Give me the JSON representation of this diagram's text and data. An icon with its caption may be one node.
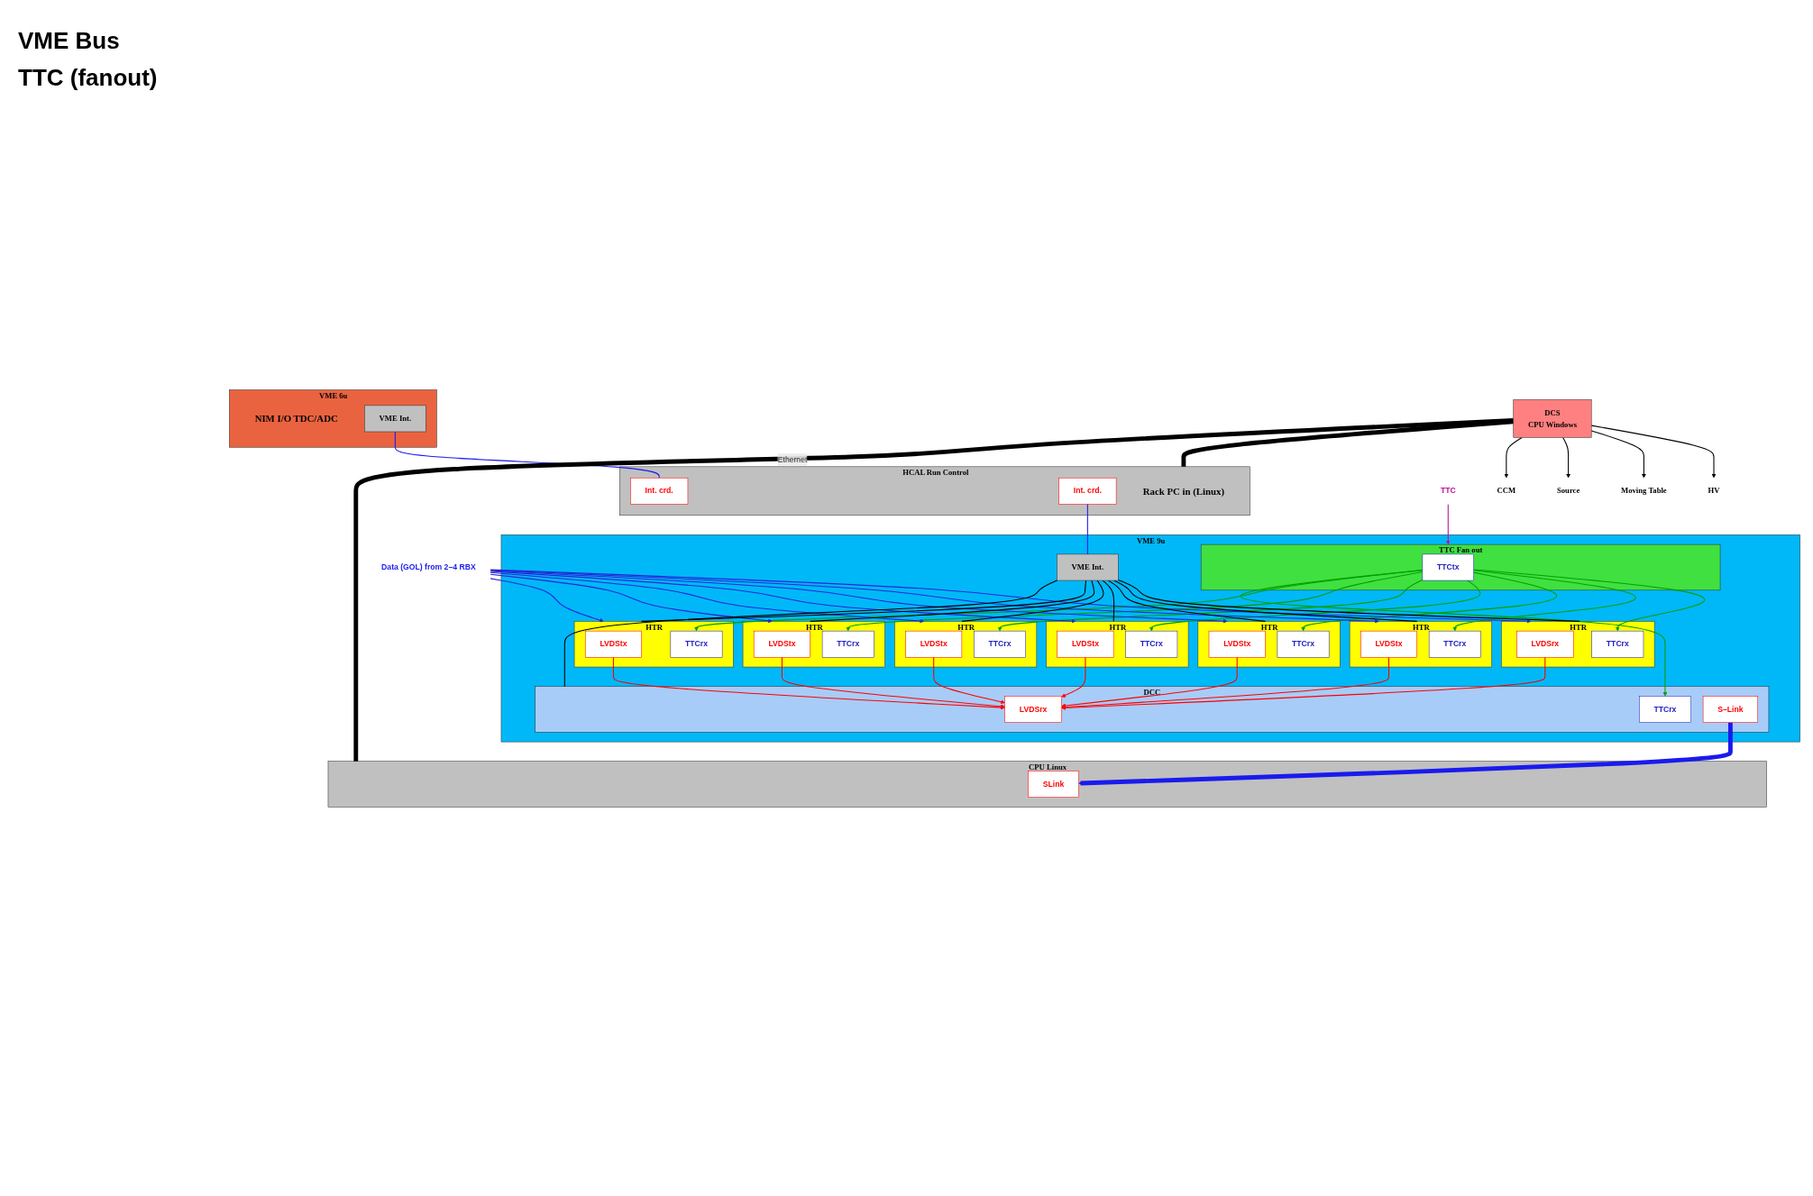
{
  "diagram": {
    "nodes": [
      {
        "text": [
          "VME 6u",
          "NIM I/O TDC/ADC"
        ]
      },
      {
        "text": [
          "VME Int."
        ],
        "in": 0
      },
      {
        "text": [
          "DCS",
          "CPU Windows"
        ]
      },
      {
        "text": [
          "HV"
        ]
      },
      {
        "text": [
          "Moving Table"
        ]
      },
      {
        "text": [
          "Source"
        ]
      },
      {
        "text": [
          "CCM"
        ]
      },
      {
        "text": [
          "CPU Linux"
        ]
      },
      {
        "text": [
          "SLink"
        ],
        "in": 7
      },
      {
        "text": [
          "HCAL Run Control",
          "Rack PC in (Linux)"
        ]
      },
      {
        "text": [
          "Int. crd."
        ],
        "in": 9
      },
      {
        "text": [
          "Int. crd."
        ],
        "in": 9
      },
      {
        "text": [
          "TTC"
        ]
      },
      {
        "text": [
          "Data (GOL) from 2–4 RBX"
        ]
      },
      {
        "text": [
          "VME 9u"
        ]
      },
      {
        "text": [
          "VME Int."
        ],
        "in": 14
      },
      {
        "text": [
          "TTC Fan out"
        ],
        "in": 14
      },
      {
        "text": [
          "TTCtx"
        ],
        "in": 16
      },
      {
        "text": [
          "HTR"
        ],
        "in": 14
      },
      {
        "text": [
          "LVDSrx"
        ],
        "in": 18
      },
      {
        "text": [
          "TTCrx"
        ],
        "in": 18
      },
      {
        "text": [
          "HTR"
        ],
        "in": 14
      },
      {
        "text": [
          "LVDStx"
        ],
        "in": 21
      },
      {
        "text": [
          "TTCrx"
        ],
        "in": 21
      },
      {
        "text": [
          "HTR"
        ],
        "in": 14
      },
      {
        "text": [
          "LVDStx"
        ],
        "in": 24
      },
      {
        "text": [
          "TTCrx"
        ],
        "in": 24
      },
      {
        "text": [
          "HTR"
        ],
        "in": 14
      },
      {
        "text": [
          "LVDStx"
        ],
        "in": 27
      },
      {
        "text": [
          "TTCrx"
        ],
        "in": 27
      },
      {
        "text": [
          "HTR"
        ],
        "in": 14
      },
      {
        "text": [
          "LVDStx"
        ],
        "in": 30
      },
      {
        "text": [
          "TTCrx"
        ],
        "in": 30
      },
      {
        "text": [
          "HTR"
        ],
        "in": 14
      },
      {
        "text": [
          "LVDStx"
        ],
        "in": 33
      },
      {
        "text": [
          "TTCrx"
        ],
        "in": 33
      },
      {
        "text": [
          "HTR"
        ],
        "in": 14
      },
      {
        "text": [
          "LVDStx"
        ],
        "in": 36
      },
      {
        "text": [
          "TTCrx"
        ],
        "in": 36
      },
      {
        "text": [
          "DCC"
        ],
        "in": 14
      },
      {
        "text": [
          "LVDSrx"
        ],
        "in": 39
      },
      {
        "text": [
          "S–Link"
        ],
        "in": 39
      },
      {
        "text": [
          "TTCrx"
        ],
        "in": 39
      }
    ],
    "edges": [
      {
        "from": 2,
        "to": 3,
        "arrow": "to"
      },
      {
        "from": 2,
        "to": 4,
        "arrow": "to"
      },
      {
        "from": 2,
        "to": 5,
        "arrow": "to"
      },
      {
        "from": 2,
        "to": 6,
        "arrow": "to"
      },
      {
        "from": 2,
        "to": 9,
        "arrow": "none",
        "style": "thick"
      },
      {
        "from": 2,
        "to": 7,
        "arrow": "none",
        "style": "thick",
        "label": "Ethernet"
      },
      {
        "from": 1,
        "to": 11,
        "arrow": "none",
        "color": "#1a1aee"
      },
      {
        "from": 10,
        "to": 15,
        "arrow": "none",
        "color": "#1a1aee"
      },
      {
        "from": 12,
        "to": 16,
        "arrow": "to",
        "color": "#c0109a"
      },
      {
        "from": 13,
        "to": 18,
        "arrow": "to",
        "color": "#2626d8"
      },
      {
        "from": 13,
        "to": 21,
        "arrow": "to",
        "color": "#2626d8"
      },
      {
        "from": 13,
        "to": 24,
        "arrow": "to",
        "color": "#2626d8"
      },
      {
        "from": 13,
        "to": 27,
        "arrow": "to",
        "color": "#2626d8"
      },
      {
        "from": 13,
        "to": 30,
        "arrow": "to",
        "color": "#2626d8"
      },
      {
        "from": 13,
        "to": 33,
        "arrow": "to",
        "color": "#2626d8"
      },
      {
        "from": 13,
        "to": 36,
        "arrow": "to",
        "color": "#2626d8"
      },
      {
        "from": 19,
        "to": 40,
        "arrow": "to",
        "color": "#ff0000"
      },
      {
        "from": 22,
        "to": 40,
        "arrow": "to",
        "color": "#ff0000"
      },
      {
        "from": 25,
        "to": 40,
        "arrow": "to",
        "color": "#ff0000"
      },
      {
        "from": 28,
        "to": 40,
        "arrow": "to",
        "color": "#ff0000"
      },
      {
        "from": 31,
        "to": 40,
        "arrow": "to",
        "color": "#ff0000"
      },
      {
        "from": 34,
        "to": 40,
        "arrow": "to",
        "color": "#ff0000"
      },
      {
        "from": 37,
        "to": 40,
        "arrow": "to",
        "color": "#ff0000"
      },
      {
        "from": 17,
        "to": 20,
        "arrow": "to",
        "color": "#00a000"
      },
      {
        "from": 17,
        "to": 23,
        "arrow": "to",
        "color": "#00a000"
      },
      {
        "from": 17,
        "to": 26,
        "arrow": "to",
        "color": "#00a000"
      },
      {
        "from": 17,
        "to": 29,
        "arrow": "to",
        "color": "#00a000"
      },
      {
        "from": 17,
        "to": 32,
        "arrow": "to",
        "color": "#00a000"
      },
      {
        "from": 17,
        "to": 35,
        "arrow": "to",
        "color": "#00a000"
      },
      {
        "from": 17,
        "to": 38,
        "arrow": "to",
        "color": "#00a000"
      },
      {
        "from": 17,
        "to": 42,
        "arrow": "to",
        "color": "#00a000"
      },
      {
        "from": 15,
        "to": 18,
        "arrow": "none"
      },
      {
        "from": 15,
        "to": 21,
        "arrow": "none"
      },
      {
        "from": 15,
        "to": 24,
        "arrow": "none"
      },
      {
        "from": 15,
        "to": 27,
        "arrow": "none"
      },
      {
        "from": 15,
        "to": 30,
        "arrow": "none"
      },
      {
        "from": 15,
        "to": 33,
        "arrow": "none"
      },
      {
        "from": 15,
        "to": 36,
        "arrow": "none"
      },
      {
        "from": 15,
        "to": 39,
        "arrow": "none"
      },
      {
        "from": 41,
        "to": 8,
        "arrow": "to",
        "style": "thick",
        "color": "#1a1aee"
      }
    ],
    "labels": [
      "VME Bus",
      "TTC (fanout)"
    ]
  }
}
